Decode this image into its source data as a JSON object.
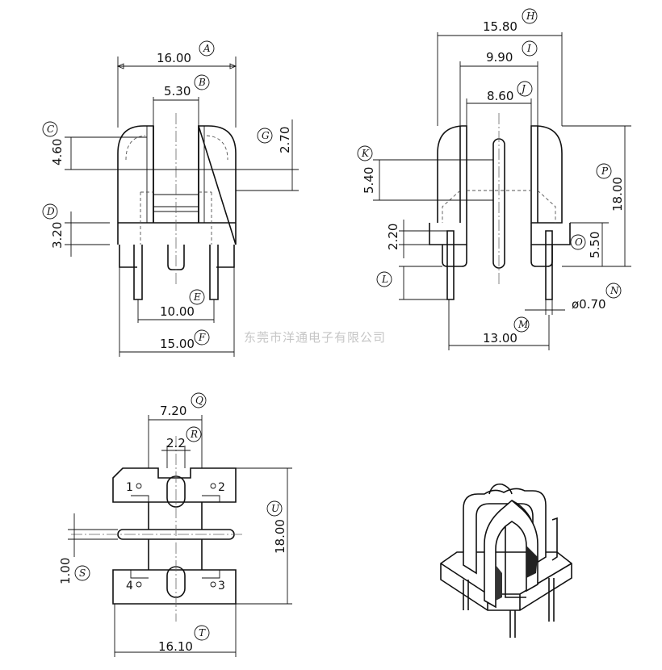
{
  "watermark": "东莞市洋通电子有限公司",
  "front_view": {
    "dims": [
      {
        "id": "A",
        "value": "16.00"
      },
      {
        "id": "B",
        "value": "5.30"
      },
      {
        "id": "C",
        "value": "4.60"
      },
      {
        "id": "G",
        "value": "2.70"
      },
      {
        "id": "D",
        "value": "3.20"
      },
      {
        "id": "E",
        "value": "10.00"
      },
      {
        "id": "F",
        "value": "15.00"
      }
    ]
  },
  "side_view": {
    "dims": [
      {
        "id": "H",
        "value": "15.80"
      },
      {
        "id": "I",
        "value": "9.90"
      },
      {
        "id": "J",
        "value": "8.60"
      },
      {
        "id": "K",
        "value": "5.40"
      },
      {
        "id": "P",
        "value": "18.00"
      },
      {
        "id": "L",
        "value": "2.20"
      },
      {
        "id": "O",
        "value": "5.50"
      },
      {
        "id": "N",
        "value": "ø0.70"
      },
      {
        "id": "M",
        "value": "13.00"
      }
    ]
  },
  "bottom_view": {
    "dims": [
      {
        "id": "Q",
        "value": "7.20"
      },
      {
        "id": "R",
        "value": "2.2"
      },
      {
        "id": "U",
        "value": "18.00"
      },
      {
        "id": "S",
        "value": "1.00"
      },
      {
        "id": "T",
        "value": "16.10"
      }
    ],
    "pins": [
      "1",
      "2",
      "3",
      "4"
    ]
  }
}
